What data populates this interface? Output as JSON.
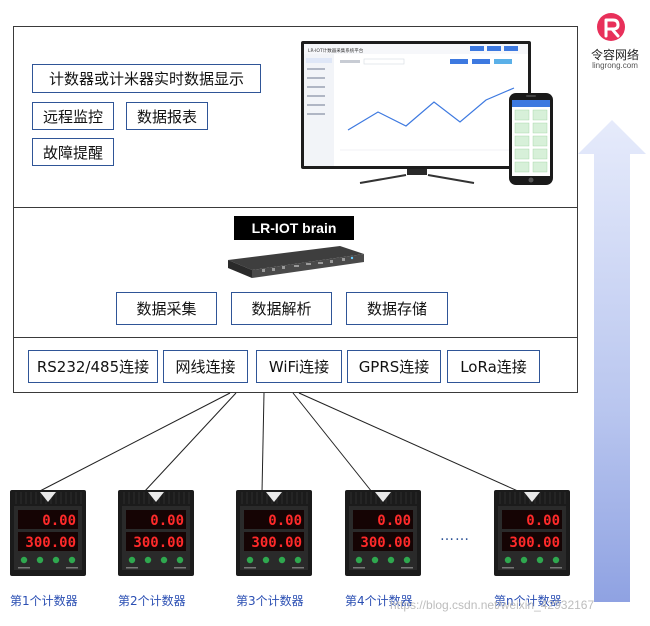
{
  "logo": {
    "text": "令容网络",
    "subtext": "lingrong.com"
  },
  "top_features": [
    "计数器或计米器实时数据显示",
    "远程监控",
    "数据报表",
    "故障提醒"
  ],
  "monitor_app": {
    "title": "LR-IOT计数器采集系统平台"
  },
  "brain": {
    "title": "LR-IOT brain"
  },
  "data_functions": [
    "数据采集",
    "数据解析",
    "数据存储"
  ],
  "connections": [
    "RS232/485连接",
    "网线连接",
    "WiFi连接",
    "GPRS连接",
    "LoRa连接"
  ],
  "device_readings": {
    "top": "0.00",
    "bottom": "300.00"
  },
  "counters": [
    "第1个计数器",
    "第2个计数器",
    "第3个计数器",
    "第4个计数器",
    "第n个计数器"
  ],
  "ellipsis": "……",
  "watermark": "https://blog.csdn.net/weixin_42932167",
  "colors": {
    "box_border": "#2f5597",
    "label_blue": "#2b4fb3",
    "led_red": "#ff2a2a",
    "arrow": "#c6d0ef"
  }
}
